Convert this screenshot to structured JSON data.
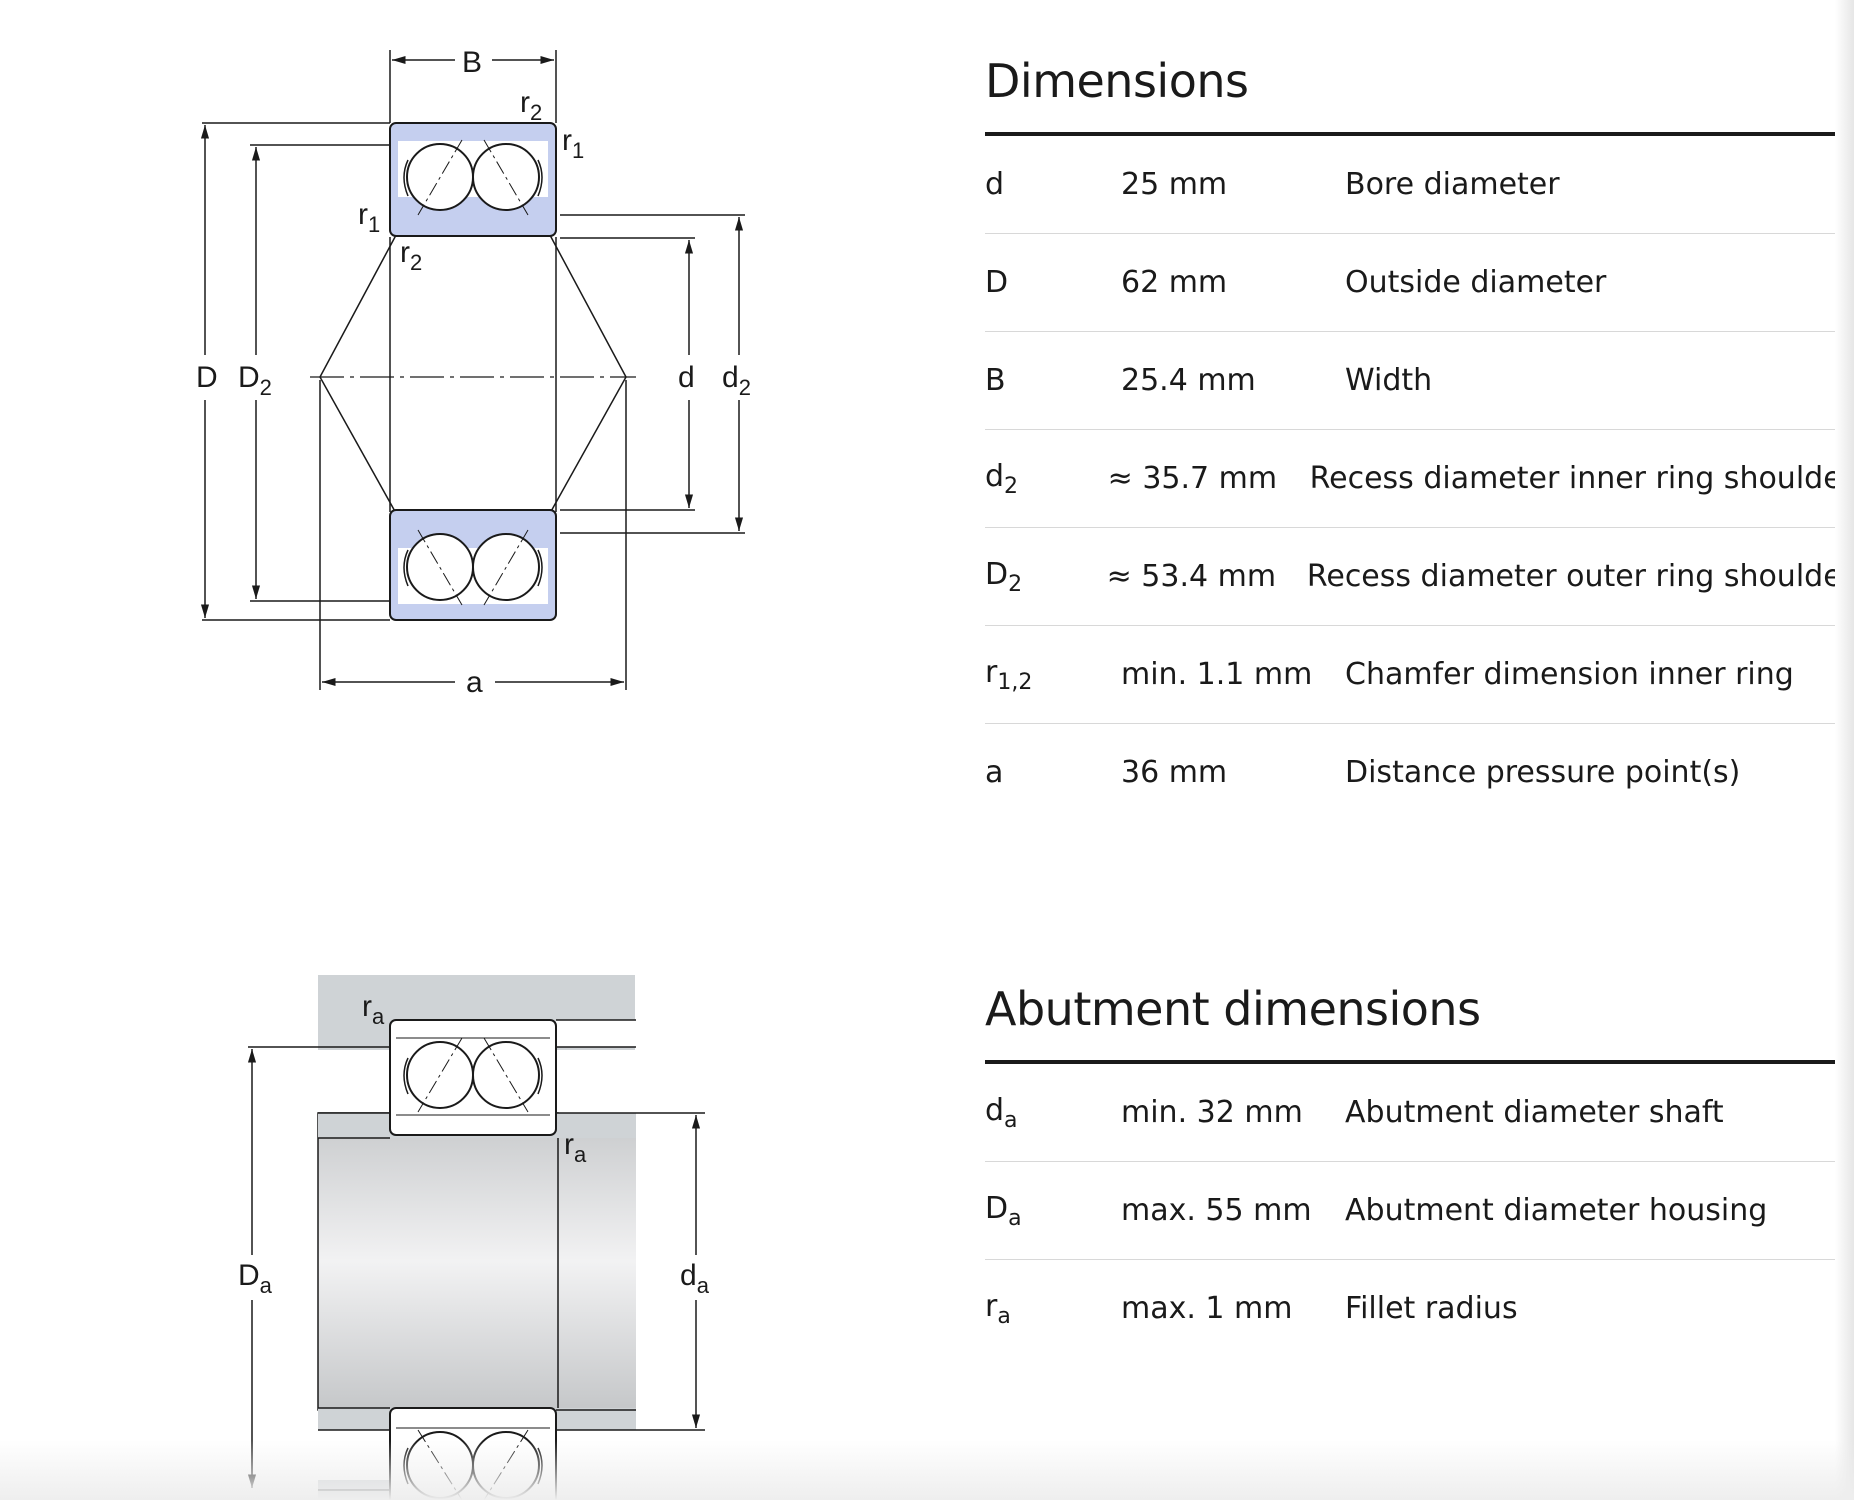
{
  "colors": {
    "ring": "#c5cfef",
    "housing": "#cfd3d6",
    "line": "#1a1a1a"
  },
  "drawing_top": {
    "labels": {
      "B": "B",
      "r2_top": "r2",
      "r1_top": "r1",
      "r1_left": "r1",
      "r2_left": "r2",
      "D": "D",
      "D2": "D2",
      "d": "d",
      "d2": "d2",
      "a": "a"
    }
  },
  "drawing_bottom": {
    "labels": {
      "ra_top": "ra",
      "ra_right": "ra",
      "Da": "Da",
      "da": "da"
    }
  },
  "dimensions": {
    "title": "Dimensions",
    "rows": [
      {
        "symbol": "d",
        "sub": "",
        "value": "25 mm",
        "description": "Bore diameter"
      },
      {
        "symbol": "D",
        "sub": "",
        "value": "62 mm",
        "description": "Outside diameter"
      },
      {
        "symbol": "B",
        "sub": "",
        "value": "25.4 mm",
        "description": "Width"
      },
      {
        "symbol": "d",
        "sub": "2",
        "value": "≈ 35.7 mm",
        "description": "Recess diameter inner ring shoulder"
      },
      {
        "symbol": "D",
        "sub": "2",
        "value": "≈ 53.4 mm",
        "description": "Recess diameter outer ring shoulder"
      },
      {
        "symbol": "r",
        "sub": "1,2",
        "value": "min. 1.1 mm",
        "description": "Chamfer dimension inner ring"
      },
      {
        "symbol": "a",
        "sub": "",
        "value": "36 mm",
        "description": "Distance pressure point(s)"
      }
    ]
  },
  "abutment": {
    "title": "Abutment dimensions",
    "rows": [
      {
        "symbol": "d",
        "sub": "a",
        "value": "min. 32 mm",
        "description": "Abutment diameter shaft"
      },
      {
        "symbol": "D",
        "sub": "a",
        "value": "max. 55 mm",
        "description": "Abutment diameter housing"
      },
      {
        "symbol": "r",
        "sub": "a",
        "value": "max. 1 mm",
        "description": "Fillet radius"
      }
    ]
  }
}
